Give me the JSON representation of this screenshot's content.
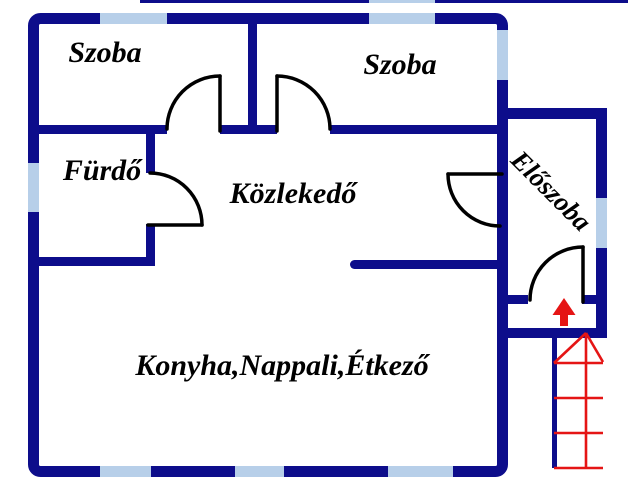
{
  "colors": {
    "wall": "#0d0d8b",
    "window": "#b7cfe9",
    "door": "#000000",
    "stairs": "#e51515",
    "arrow": "#e51515",
    "text": "#000000",
    "background": "#ffffff"
  },
  "rooms": {
    "szoba_left": {
      "label": "Szoba"
    },
    "szoba_right": {
      "label": "Szoba"
    },
    "furdo": {
      "label": "Fürdő"
    },
    "kozlekedo": {
      "label": "Közlekedő"
    },
    "eloszoba": {
      "label": "Előszoba"
    },
    "konyha_nappali_etkezo": {
      "label": "Konyha,Nappali,Étkező"
    }
  }
}
